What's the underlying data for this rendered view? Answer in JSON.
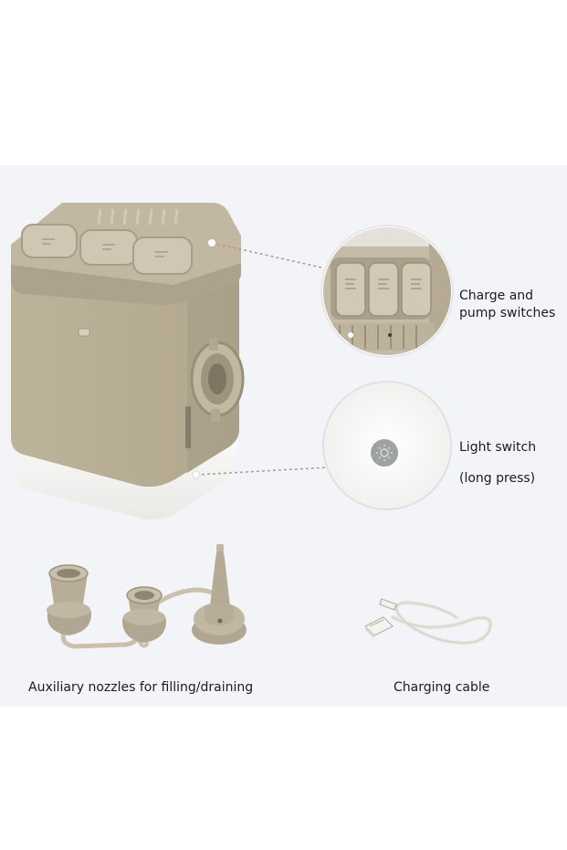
{
  "captions": {
    "charge_pump_switches": "Charge and pump switches",
    "light_switch": "Light switch",
    "long_press": "(long press)",
    "nozzles": "Auxiliary nozzles for filling/draining",
    "charging_cable": "Charging cable"
  },
  "colors": {
    "pump_body": "#b9ae96",
    "pump_dark": "#a39a85",
    "light_base": "#f2f2f0",
    "leader_line": "#b09a8a",
    "panel_bg": "#f3f4f8",
    "cable": "#eceae6"
  },
  "icons": {
    "light_button": "sun-icon"
  }
}
